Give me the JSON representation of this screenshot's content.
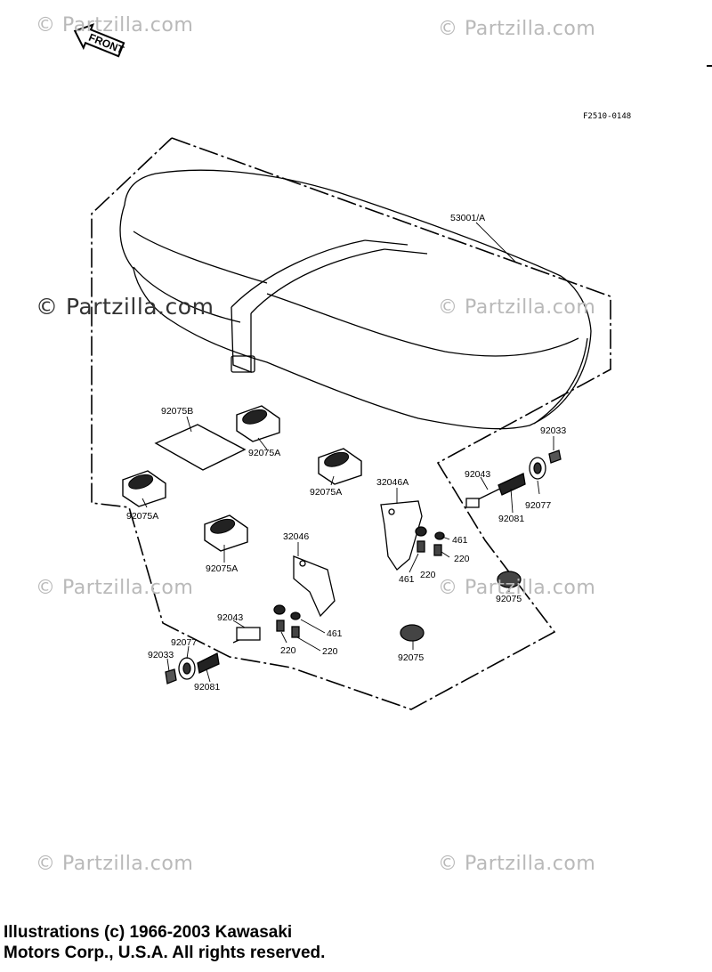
{
  "diagram": {
    "code": "F2510-0148",
    "front_label": "FRONT",
    "watermark": "© Partzilla.com",
    "copyright_line1": "Illustrations (c) 1966-2003 Kawasaki",
    "copyright_line2": "Motors Corp., U.S.A.  All rights reserved.",
    "labels": {
      "seat": "53001/A",
      "damper_plate": "92075B",
      "damper_a1": "92075A",
      "damper_a2": "92075A",
      "damper_a3": "92075A",
      "damper_a4": "92075A",
      "bracket_right": "32046A",
      "bracket_left": "32046",
      "bolt_right": "92043",
      "bolt_left": "92043",
      "nut_right": "92033",
      "nut_left": "92033",
      "collar_right": "92077",
      "collar_left": "92077",
      "spring_right": "92081",
      "spring_left": "92081",
      "washer_r1": "461",
      "washer_r2": "461",
      "washer_l": "461",
      "screw_r1": "220",
      "screw_r2": "220",
      "screw_l1": "220",
      "screw_l2": "220",
      "cap_right": "92075",
      "cap_left": "92075"
    }
  }
}
